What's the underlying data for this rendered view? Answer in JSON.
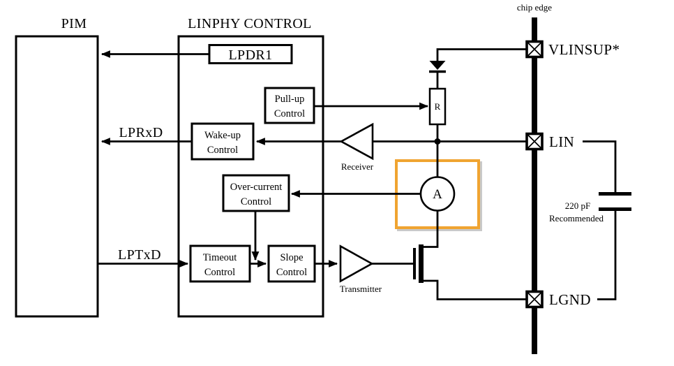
{
  "colors": {
    "line": "#000000",
    "background": "#ffffff",
    "highlight": "#F0A431",
    "highlight_shadow": "#c9c9c9"
  },
  "headers": {
    "pim": "PIM",
    "linphy": "LINPHY CONTROL",
    "chip_edge": "chip edge"
  },
  "blocks": {
    "lpdr1": {
      "label": "LPDR1"
    },
    "pull_up": {
      "line1": "Pull-up",
      "line2": "Control"
    },
    "wake_up": {
      "line1": "Wake-up",
      "line2": "Control"
    },
    "over_current": {
      "line1": "Over-current",
      "line2": "Control"
    },
    "timeout": {
      "line1": "Timeout",
      "line2": "Control"
    },
    "slope": {
      "line1": "Slope",
      "line2": "Control"
    }
  },
  "signals": {
    "lprxd": "LPRxD",
    "lptxd": "LPTxD"
  },
  "analog": {
    "receiver": "Receiver",
    "transmitter": "Transmitter",
    "resistor": "R",
    "current_sensor": "A",
    "capacitor_value": "220 pF",
    "capacitor_note": "Recommended"
  },
  "pins": {
    "vlinsup": "VLINSUP*",
    "lin": "LIN",
    "lgnd": "LGND"
  }
}
